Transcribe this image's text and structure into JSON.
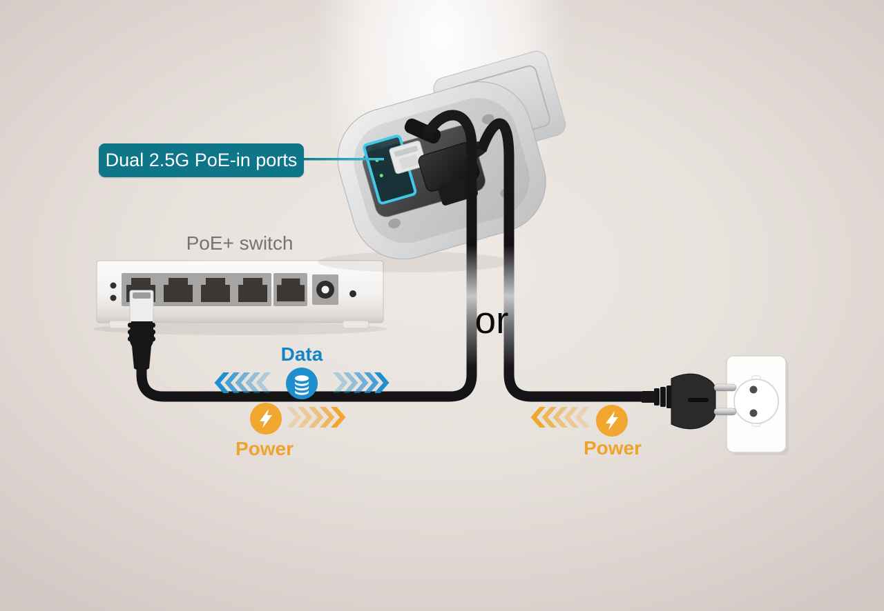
{
  "callout": {
    "label": "Dual 2.5G PoE-in ports"
  },
  "labels": {
    "switch": "PoE+ switch",
    "or": "or",
    "data": "Data",
    "power_left": "Power",
    "power_right": "Power"
  },
  "colors": {
    "background_center": "#ece7e3",
    "background_edge": "#d0c8c3",
    "callout_teal": "#0f7589",
    "leader_cyan": "#41c9e9",
    "highlight_cyan": "#41c9e9",
    "data_blue": "#1e8ecf",
    "data_text_blue": "#1385c6",
    "power_orange": "#f0a62f",
    "power_text_orange": "#efa32d",
    "cable_black": "#161616",
    "or_text": "#0a0a0a",
    "switch_label_gray": "#757373"
  },
  "icons": {
    "data": "database-icon",
    "power": "lightning-bolt-icon",
    "data_flow": "chevron-flow-arrows-bidirectional",
    "power_flow_left": "chevron-flow-arrows-right",
    "power_flow_right": "chevron-flow-arrows-left",
    "access_point": "wireless-access-point",
    "poe_switch": "poe-plus-switch",
    "wall_outlet": "power-outlet",
    "power_plug": "power-plug"
  }
}
